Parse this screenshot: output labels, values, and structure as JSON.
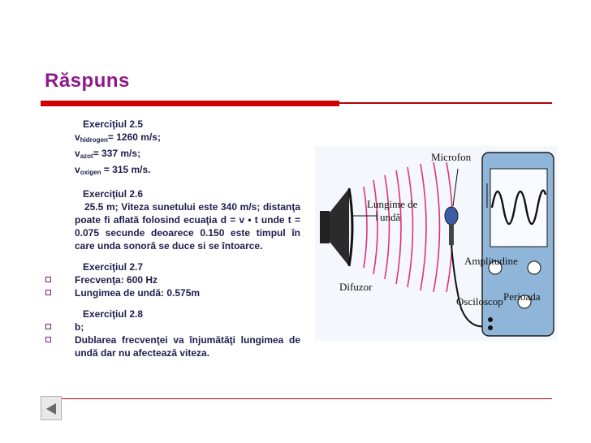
{
  "title": "Răspuns",
  "ex25": {
    "heading": "Exerciţiul 2.5",
    "v_symbol": "v",
    "hidrogen_sub": "hidrogen",
    "hidrogen_val": "=  1260 m/s;",
    "azot_sub": "azot",
    "azot_val": "=  337 m/s;",
    "oxigen_sub": "oxigen",
    "oxigen_val": " =  315 m/s."
  },
  "ex26": {
    "heading": "Exerciţiul 2.6",
    "text": "25.5 m;  Viteza sunetului este 340 m/s; distanţa poate fi aflată folosind ecuaţia d = v • t unde t = 0.075 secunde deoarece 0.150 este timpul în care unda sonoră se duce si se întoarce."
  },
  "ex27": {
    "heading": "Exerciţiul 2.7",
    "items": [
      "Frecvenţa: 600 Hz",
      "Lungimea de undă: 0.575m"
    ]
  },
  "ex28": {
    "heading": "Exerciţiul 2.8",
    "items": [
      "b;",
      "Dublarea frecvenţei va înjumătăţi lungimea de undă dar nu afectează viteza."
    ]
  },
  "figure": {
    "microfon": "Microfon",
    "lungime1": "Lungime de",
    "lungime2": "undă",
    "amplitudine": "Amplitudine",
    "difuzor": "Difuzor",
    "osciloscop": "Osciloscop",
    "perioada": "Perioada"
  },
  "colors": {
    "title": "#8e1a8a",
    "rule": "#d10000",
    "text": "#1d1d4e",
    "waves": "#e0347a",
    "scope": "#8fb6d9"
  },
  "icons": {
    "back": "back-arrow-icon"
  }
}
